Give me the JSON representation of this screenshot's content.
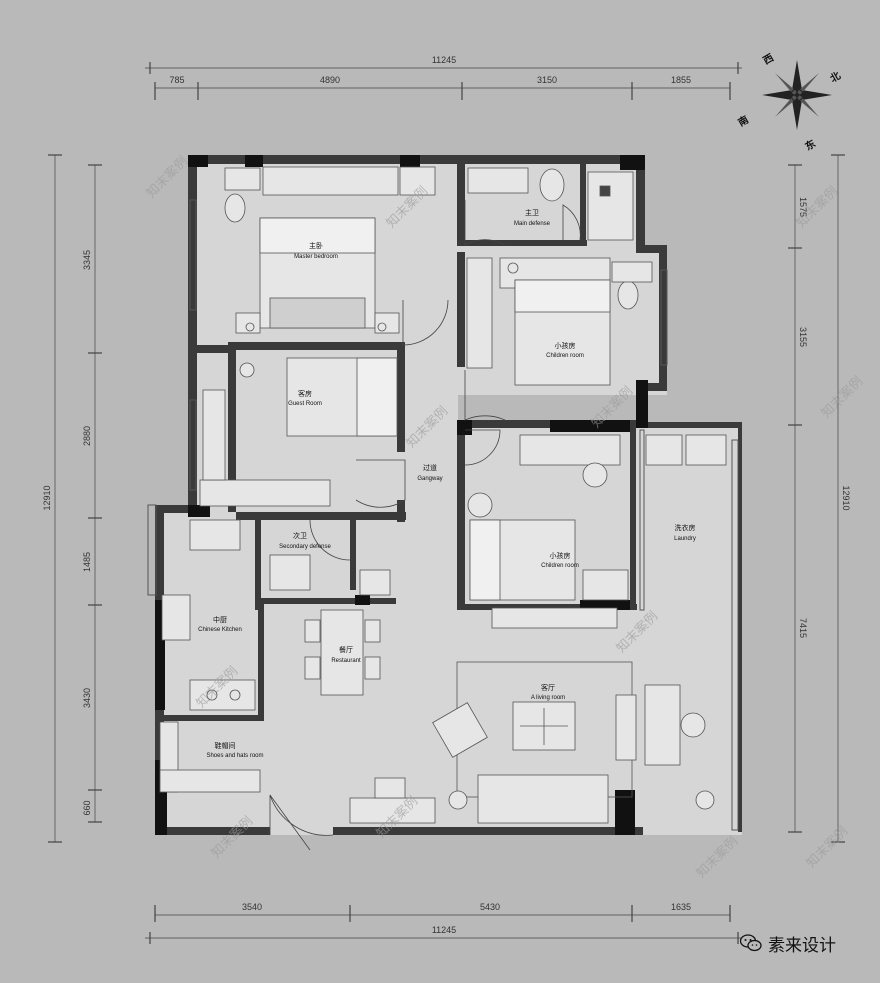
{
  "dimensions": {
    "top_total": "11245",
    "top_segments": [
      "785",
      "4890",
      "3150",
      "1855"
    ],
    "bottom_segments": [
      "3540",
      "5430",
      "1635"
    ],
    "bottom_total": "11245",
    "left_total": "12910",
    "left_segments": [
      "3345",
      "2880",
      "1485",
      "3430",
      "660"
    ],
    "right_total": "12910",
    "right_segments": [
      "1575",
      "3155",
      "7415"
    ]
  },
  "compass": {
    "west": "西",
    "north": "北",
    "south": "南",
    "east": "东"
  },
  "rooms": [
    {
      "id": "master-bedroom",
      "cn": "主卧",
      "en": "Master bedroom"
    },
    {
      "id": "main-bath",
      "cn": "主卫",
      "en": "Main defense"
    },
    {
      "id": "child-room-1",
      "cn": "小孩房",
      "en": "Children room"
    },
    {
      "id": "guest-room",
      "cn": "客房",
      "en": "Guest Room"
    },
    {
      "id": "gangway",
      "cn": "过道",
      "en": "Gangway"
    },
    {
      "id": "child-room-2",
      "cn": "小孩房",
      "en": "Children room"
    },
    {
      "id": "laundry",
      "cn": "洗衣房",
      "en": "Laundry"
    },
    {
      "id": "second-bath",
      "cn": "次卫",
      "en": "Secondary defense"
    },
    {
      "id": "kitchen",
      "cn": "中厨",
      "en": "Chinese Kitchen"
    },
    {
      "id": "dining",
      "cn": "餐厅",
      "en": "Restaurant"
    },
    {
      "id": "living",
      "cn": "客厅",
      "en": "A living room"
    },
    {
      "id": "shoes-room",
      "cn": "鞋帽间",
      "en": "Shoes and hats room"
    }
  ],
  "watermark": "知末案例",
  "brand": {
    "name": "素来设计",
    "icon": "wechat-icon"
  },
  "colors": {
    "background": "#b9b9b9",
    "floor": "#d6d6d6",
    "wall": "#3a3a3a",
    "column": "#111111"
  }
}
